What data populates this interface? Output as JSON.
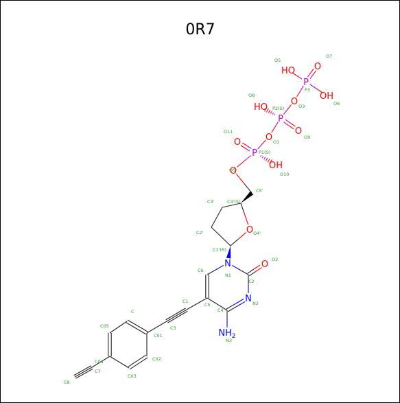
{
  "title": "0R7",
  "colors": {
    "background": "#ffffff",
    "border": "#000000",
    "bond": "#222222",
    "oxygen": "#ff0000",
    "phosphorus": "#cc00cc",
    "nitrogen": "#0000ff",
    "atom_name": "#2aa02a"
  },
  "atoms": [
    {
      "id": "P3",
      "element": "P",
      "label": "P",
      "name": "P3"
    },
    {
      "id": "O5",
      "element": "O",
      "label": "HO",
      "name": "O5"
    },
    {
      "id": "O7",
      "element": "O",
      "label": "O",
      "name": "O7"
    },
    {
      "id": "O6",
      "element": "O",
      "label": "OH",
      "name": "O6"
    },
    {
      "id": "O3",
      "element": "O",
      "label": "O",
      "name": "O3"
    },
    {
      "id": "P2",
      "element": "P",
      "label": "P",
      "name": "P2(S)"
    },
    {
      "id": "O8",
      "element": "O",
      "label": "HO",
      "name": "O8"
    },
    {
      "id": "O9",
      "element": "O",
      "label": "O",
      "name": "O9"
    },
    {
      "id": "O1",
      "element": "O",
      "label": "O",
      "name": "O1"
    },
    {
      "id": "P1",
      "element": "P",
      "label": "P",
      "name": "P1(S)"
    },
    {
      "id": "O11",
      "element": "O",
      "label": "O",
      "name": "O11"
    },
    {
      "id": "O10",
      "element": "O",
      "label": "OH",
      "name": "O10"
    },
    {
      "id": "O5p",
      "element": "O",
      "label": "O",
      "name": "O5'"
    },
    {
      "id": "C5p",
      "element": "C",
      "label": "",
      "name": "C5'"
    },
    {
      "id": "C4p",
      "element": "C",
      "label": "",
      "name": "C4'(S)"
    },
    {
      "id": "O4p",
      "element": "O",
      "label": "O",
      "name": "O4'"
    },
    {
      "id": "C3p",
      "element": "C",
      "label": "",
      "name": "C3'"
    },
    {
      "id": "C2p",
      "element": "C",
      "label": "",
      "name": "C2'"
    },
    {
      "id": "C1p",
      "element": "C",
      "label": "",
      "name": "C1'(R)"
    },
    {
      "id": "N1",
      "element": "N",
      "label": "N",
      "name": "N1"
    },
    {
      "id": "C2",
      "element": "C",
      "label": "",
      "name": "C2"
    },
    {
      "id": "O2",
      "element": "O",
      "label": "O",
      "name": "O2"
    },
    {
      "id": "N2",
      "element": "N",
      "label": "N",
      "name": "N2"
    },
    {
      "id": "C4",
      "element": "C",
      "label": "",
      "name": "C4"
    },
    {
      "id": "N3",
      "element": "N",
      "label": "NH2",
      "name": "N3"
    },
    {
      "id": "C5",
      "element": "C",
      "label": "",
      "name": "C5"
    },
    {
      "id": "C6",
      "element": "C",
      "label": "",
      "name": "C6"
    },
    {
      "id": "C1",
      "element": "C",
      "label": "",
      "name": "C1"
    },
    {
      "id": "C3",
      "element": "C",
      "label": "",
      "name": "C3"
    },
    {
      "id": "C01",
      "element": "C",
      "label": "",
      "name": "C01"
    },
    {
      "id": "C",
      "element": "C",
      "label": "",
      "name": "C"
    },
    {
      "id": "C05",
      "element": "C",
      "label": "",
      "name": "C05"
    },
    {
      "id": "C04",
      "element": "C",
      "label": "",
      "name": "C04"
    },
    {
      "id": "C03",
      "element": "C",
      "label": "",
      "name": "C03"
    },
    {
      "id": "C02",
      "element": "C",
      "label": "",
      "name": "C02"
    },
    {
      "id": "C7",
      "element": "C",
      "label": "",
      "name": "C7"
    },
    {
      "id": "C8",
      "element": "C",
      "label": "",
      "name": "C8"
    }
  ],
  "bonds": [
    {
      "a": "P3",
      "b": "O5",
      "order": 1
    },
    {
      "a": "P3",
      "b": "O7",
      "order": 2
    },
    {
      "a": "P3",
      "b": "O6",
      "order": 1
    },
    {
      "a": "P3",
      "b": "O3",
      "order": 1
    },
    {
      "a": "O3",
      "b": "P2",
      "order": 1
    },
    {
      "a": "P2",
      "b": "O8",
      "order": 1,
      "style": "hash"
    },
    {
      "a": "P2",
      "b": "O9",
      "order": 2
    },
    {
      "a": "P2",
      "b": "O1",
      "order": 1
    },
    {
      "a": "O1",
      "b": "P1",
      "order": 1
    },
    {
      "a": "P1",
      "b": "O11",
      "order": 2
    },
    {
      "a": "P1",
      "b": "O10",
      "order": 1,
      "style": "hash"
    },
    {
      "a": "P1",
      "b": "O5p",
      "order": 1
    },
    {
      "a": "O5p",
      "b": "C5p",
      "order": 1
    },
    {
      "a": "C4p",
      "b": "C5p",
      "order": 1,
      "style": "wedge"
    },
    {
      "a": "C4p",
      "b": "O4p",
      "order": 1
    },
    {
      "a": "C4p",
      "b": "C3p",
      "order": 1
    },
    {
      "a": "C3p",
      "b": "C2p",
      "order": 1
    },
    {
      "a": "C2p",
      "b": "C1p",
      "order": 1
    },
    {
      "a": "C1p",
      "b": "O4p",
      "order": 1
    },
    {
      "a": "C1p",
      "b": "N1",
      "order": 1,
      "style": "wedge"
    },
    {
      "a": "N1",
      "b": "C2",
      "order": 1
    },
    {
      "a": "C2",
      "b": "O2",
      "order": 2
    },
    {
      "a": "C2",
      "b": "N2",
      "order": 1
    },
    {
      "a": "N2",
      "b": "C4",
      "order": 2
    },
    {
      "a": "C4",
      "b": "N3",
      "order": 1
    },
    {
      "a": "C4",
      "b": "C5",
      "order": 1
    },
    {
      "a": "C5",
      "b": "C6",
      "order": 2
    },
    {
      "a": "C6",
      "b": "N1",
      "order": 1
    },
    {
      "a": "C5",
      "b": "C1",
      "order": 1
    },
    {
      "a": "C1",
      "b": "C3",
      "order": 3
    },
    {
      "a": "C3",
      "b": "C01",
      "order": 1
    },
    {
      "a": "C01",
      "b": "C",
      "order": 2
    },
    {
      "a": "C",
      "b": "C05",
      "order": 1
    },
    {
      "a": "C05",
      "b": "C04",
      "order": 2
    },
    {
      "a": "C04",
      "b": "C03",
      "order": 1
    },
    {
      "a": "C03",
      "b": "C02",
      "order": 2
    },
    {
      "a": "C02",
      "b": "C01",
      "order": 1
    },
    {
      "a": "C04",
      "b": "C7",
      "order": 1
    },
    {
      "a": "C7",
      "b": "C8",
      "order": 3
    }
  ]
}
